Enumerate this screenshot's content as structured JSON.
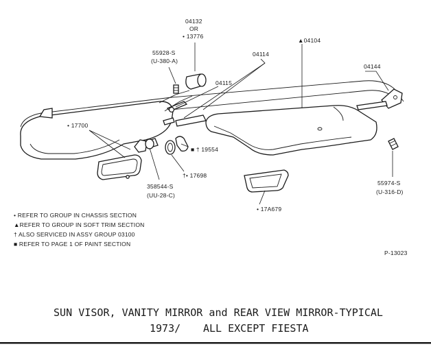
{
  "labels": {
    "part_04132": "04132",
    "part_or": "OR",
    "part_13776": "• 13776",
    "part_55928": "55928-S",
    "part_55928_code": "(U-380-A)",
    "part_04114": "04114",
    "part_04104": "▲04104",
    "part_04144": "04144",
    "part_04115": "04115",
    "part_17700": "• 17700",
    "part_19554": "■ † 19554",
    "part_17698": "†• 17698",
    "part_358544": "358544-S",
    "part_358544_code": "(UU-28-C)",
    "part_55974": "55974-S",
    "part_55974_code": "(U-316-D)",
    "part_17a679": "• 17A679"
  },
  "legend": [
    "• REFER TO GROUP IN CHASSIS SECTION",
    "▲REFER TO GROUP IN SOFT TRIM SECTION",
    "† ALSO SERVICED IN ASSY GROUP 03100",
    "■ REFER TO PAGE 1 OF PAINT SECTION"
  ],
  "figure_number": "P-13023",
  "caption": {
    "line1": "SUN VISOR, VANITY MIRROR and REAR VIEW MIRROR-TYPICAL",
    "line2_year": "1973/",
    "line2_text": "ALL EXCEPT FIESTA"
  }
}
